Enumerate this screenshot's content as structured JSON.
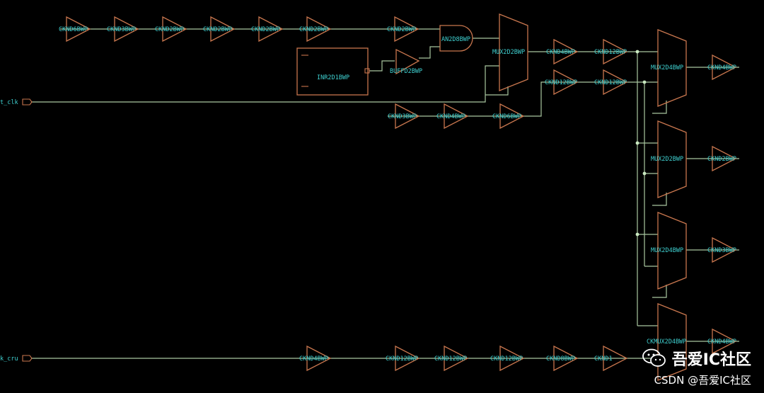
{
  "ports": [
    {
      "id": "p1",
      "label": "t_clk"
    },
    {
      "id": "p2",
      "label": "k_cru"
    }
  ],
  "cells": [
    {
      "id": "b1",
      "label": "CKND6BWP"
    },
    {
      "id": "b2",
      "label": "CKND3BWP"
    },
    {
      "id": "b3",
      "label": "CKND2BWP"
    },
    {
      "id": "b4",
      "label": "CKND2BWP"
    },
    {
      "id": "b5",
      "label": "CKND2BWP"
    },
    {
      "id": "b6",
      "label": "CKND2BWP"
    },
    {
      "id": "b7",
      "label": "CKND2BWP"
    },
    {
      "id": "and",
      "label": "AN2D8BWP"
    },
    {
      "id": "inr",
      "label": "INR2D1BWP"
    },
    {
      "id": "buff",
      "label": "BUFFD2BWP"
    },
    {
      "id": "mux1",
      "label": "MUX2D2BWP"
    },
    {
      "id": "b8",
      "label": "CKND4BWP"
    },
    {
      "id": "b9",
      "label": "CKND12BWP"
    },
    {
      "id": "b10",
      "label": "CKND12BWP"
    },
    {
      "id": "b11",
      "label": "CKND12BWP"
    },
    {
      "id": "b12",
      "label": "CKND3BWP"
    },
    {
      "id": "b13",
      "label": "CKND4BWP"
    },
    {
      "id": "b14",
      "label": "CKND6BWP"
    },
    {
      "id": "muxA",
      "label": "MUX2D4BWP"
    },
    {
      "id": "muxB",
      "label": "MUX2D2BWP"
    },
    {
      "id": "muxC",
      "label": "MUX2D4BWP"
    },
    {
      "id": "muxD",
      "label": "CKMUX2D4BWP"
    },
    {
      "id": "o1",
      "label": "CKND4BWP"
    },
    {
      "id": "o2",
      "label": "CKND2BWP"
    },
    {
      "id": "o3",
      "label": "CKND3BWP"
    },
    {
      "id": "o4",
      "label": "CKND4BWP"
    },
    {
      "id": "c1",
      "label": "CKND4BWP"
    },
    {
      "id": "c2",
      "label": "CKND12BWP"
    },
    {
      "id": "c3",
      "label": "CKND12BWP"
    },
    {
      "id": "c4",
      "label": "CKND12BWP"
    },
    {
      "id": "c5",
      "label": "CKND8BWP"
    },
    {
      "id": "c6",
      "label": "CKND1"
    }
  ],
  "watermark": {
    "title": "吾爱IC社区",
    "subtitle": "CSDN @吾爱IC社区"
  }
}
